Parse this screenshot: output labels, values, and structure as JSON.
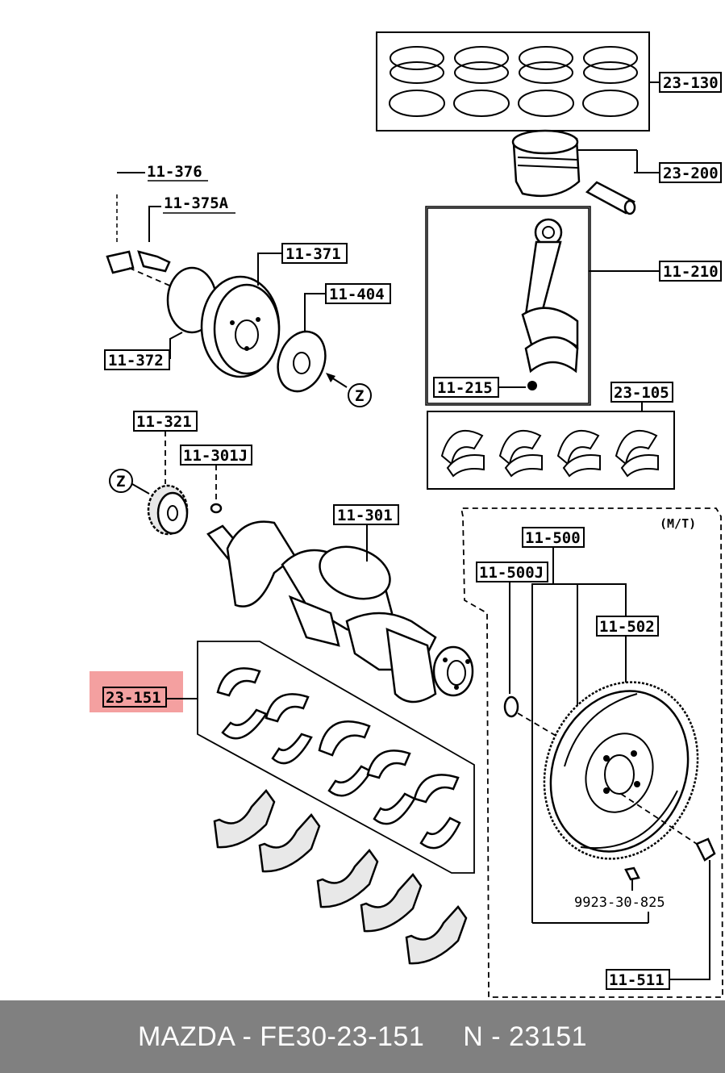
{
  "diagram": {
    "highlight_color": "#f08080",
    "parts": {
      "p23130": "23-130",
      "p23200": "23-200",
      "p11376": "11-376",
      "p11375a": "11-375A",
      "p11371": "11-371",
      "p11404": "11-404",
      "p11372": "11-372",
      "p11210": "11-210",
      "p11215": "11-215",
      "p23105": "23-105",
      "p11321": "11-321",
      "p11301j": "11-301J",
      "p11301": "11-301",
      "p11500": "11-500",
      "p11500j": "11-500J",
      "p11502": "11-502",
      "p23151": "23-151",
      "p9923": "9923-30-825",
      "p11511": "11-511"
    },
    "markers": {
      "z1": "Z",
      "z2": "Z"
    },
    "mt_label": "(M/T)"
  },
  "footer": {
    "part_ref": "MAZDA - FE30-23-151",
    "oem_ref": "N - 23151",
    "background": "#808080"
  }
}
